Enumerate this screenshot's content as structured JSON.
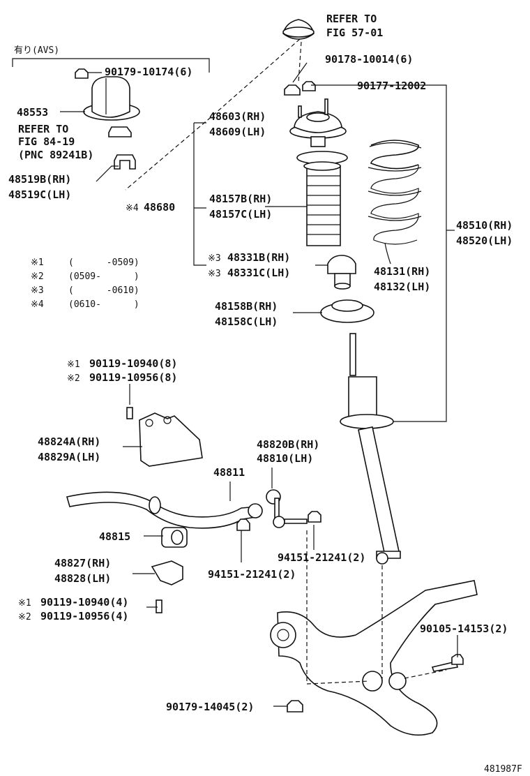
{
  "labels": {
    "refer_to_a": "REFER TO",
    "fig_57_01": "FIG 57-01",
    "avs": "有り(AVS)",
    "p90179_10174": "90179-10174(6)",
    "p90178_10014": "90178-10014(6)",
    "p90177_12002": "90177-12002",
    "p48553": "48553",
    "refer_to_b": "REFER TO",
    "fig_84_19": "FIG 84-19",
    "pnc_89241b": "(PNC 89241B)",
    "p48519b": "48519B(RH)",
    "p48519c": "48519C(LH)",
    "p48603": "48603(RH)",
    "p48609": "48609(LH)",
    "p48680_mark": "※4",
    "p48680": "48680",
    "p48157b": "48157B(RH)",
    "p48157c": "48157C(LH)",
    "p48331b_mark": "※3",
    "p48331b": "48331B(RH)",
    "p48331c_mark": "※3",
    "p48331c": "48331C(LH)",
    "p48510": "48510(RH)",
    "p48520": "48520(LH)",
    "p48131": "48131(RH)",
    "p48132": "48132(LH)",
    "p48158b": "48158B(RH)",
    "p48158c": "48158C(LH)",
    "p90119_10940_top_mark": "※1",
    "p90119_10940_top": "90119-10940(8)",
    "p90119_10956_top_mark": "※2",
    "p90119_10956_top": "90119-10956(8)",
    "p48824a": "48824A(RH)",
    "p48829a": "48829A(LH)",
    "p48820b": "48820B(RH)",
    "p48810": "48810(LH)",
    "p48811": "48811",
    "p48815": "48815",
    "p48827": "48827(RH)",
    "p48828": "48828(LH)",
    "p94151_a": "94151-21241(2)",
    "p94151_b": "94151-21241(2)",
    "p90119_10940_bot_mark": "※1",
    "p90119_10940_bot": "90119-10940(4)",
    "p90119_10956_bot_mark": "※2",
    "p90119_10956_bot": "90119-10956(4)",
    "p90105_14153": "90105-14153(2)",
    "p90179_14045": "90179-14045(2)",
    "figure_code": "481987F"
  },
  "legend": [
    {
      "mark": "※1",
      "range": "(      -0509)"
    },
    {
      "mark": "※2",
      "range": "(0509-      )"
    },
    {
      "mark": "※3",
      "range": "(      -0610)"
    },
    {
      "mark": "※4",
      "range": "(0610-      )"
    }
  ]
}
